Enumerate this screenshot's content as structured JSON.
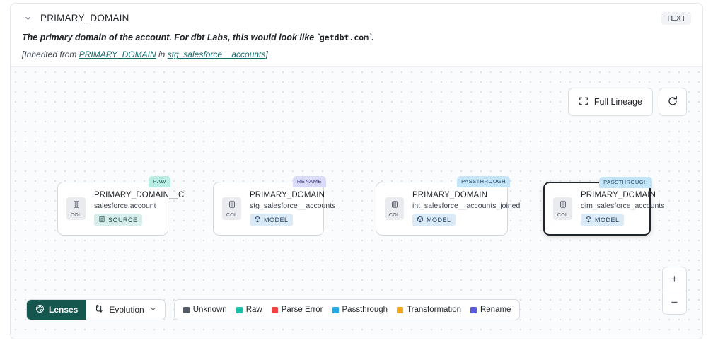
{
  "header": {
    "collapse_icon": "chevron-down-icon",
    "title": "PRIMARY_DOMAIN",
    "type_badge": "TEXT",
    "description_prefix": "The primary domain of the account. For dbt Labs, this would look like `",
    "description_code": "getdbt.com",
    "description_suffix": "`.",
    "inherited_prefix": "[Inherited from ",
    "inherited_link_1": "PRIMARY_DOMAIN",
    "inherited_mid": " in ",
    "inherited_link_2": "stg_salesforce__accounts",
    "inherited_suffix": "]"
  },
  "controls": {
    "full_lineage_label": "Full Lineage",
    "full_lineage_icon": "expand-icon",
    "refresh_icon": "refresh-icon",
    "zoom_in": "+",
    "zoom_out": "−"
  },
  "lineage": {
    "nodes": [
      {
        "tag": "RAW",
        "tag_class": "raw",
        "column": "PRIMARY_DOMAIN__C",
        "table": "salesforce.account",
        "kind": "SOURCE",
        "kind_class": "source",
        "kind_icon": "database-icon",
        "chip_label": "COL",
        "chip_icon": "column-icon",
        "selected": false
      },
      {
        "tag": "RENAME",
        "tag_class": "rename",
        "column": "PRIMARY_DOMAIN",
        "table": "stg_salesforce__accounts",
        "kind": "MODEL",
        "kind_class": "model",
        "kind_icon": "cube-icon",
        "chip_label": "COL",
        "chip_icon": "column-icon",
        "selected": false
      },
      {
        "tag": "PASSTHROUGH",
        "tag_class": "passthrough",
        "column": "PRIMARY_DOMAIN",
        "table": "int_salesforce__accounts_joined",
        "kind": "MODEL",
        "kind_class": "model",
        "kind_icon": "cube-icon",
        "chip_label": "COL",
        "chip_icon": "column-icon",
        "selected": false
      },
      {
        "tag": "PASSTHROUGH",
        "tag_class": "passthrough",
        "column": "PRIMARY_DOMAIN",
        "table": "dim_salesforce_accounts",
        "kind": "MODEL",
        "kind_class": "model",
        "kind_icon": "cube-icon",
        "chip_label": "COL",
        "chip_icon": "column-icon",
        "selected": true
      }
    ]
  },
  "bottom_bar": {
    "lenses_label": "Lenses",
    "lenses_icon": "aperture-icon",
    "evolution_label": "Evolution",
    "evolution_icon": "lineage-icon",
    "evolution_caret": "chevron-down-icon",
    "legend": [
      {
        "label": "Unknown",
        "color": "#545b66"
      },
      {
        "label": "Raw",
        "color": "#1dbfa6"
      },
      {
        "label": "Parse Error",
        "color": "#ee4444"
      },
      {
        "label": "Passthrough",
        "color": "#28a8e0"
      },
      {
        "label": "Transformation",
        "color": "#f0a91c"
      },
      {
        "label": "Rename",
        "color": "#5a5ae0"
      }
    ]
  }
}
